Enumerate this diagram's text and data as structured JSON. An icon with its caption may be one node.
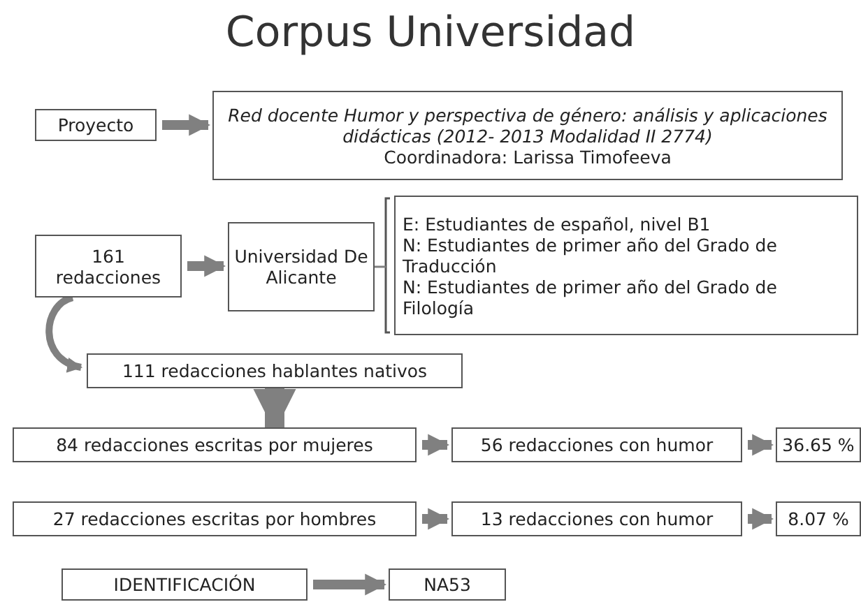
{
  "diagram": {
    "title": "Corpus Universidad",
    "nodes": [
      {
        "text": [
          "Proyecto"
        ]
      },
      {
        "text": [
          "Red docente Humor y perspectiva de género: análisis y aplicaciones didácticas (2012- 2013 Modalidad II 2774)",
          "Coordinadora: Larissa Timofeeva"
        ]
      },
      {
        "text": [
          "161 redacciones"
        ]
      },
      {
        "text": [
          "Universidad De Alicante"
        ]
      },
      {
        "text": [
          "E: Estudiantes de español, nivel B1",
          "N: Estudiantes de primer año del Grado de Traducción",
          "N: Estudiantes de primer año del Grado de Filología"
        ]
      },
      {
        "text": [
          "111 redacciones hablantes nativos"
        ]
      },
      {
        "text": [
          "84 redacciones escritas por mujeres"
        ]
      },
      {
        "text": [
          "56 redacciones con humor"
        ]
      },
      {
        "text": [
          "36.65 %"
        ]
      },
      {
        "text": [
          "27 redacciones escritas por hombres"
        ]
      },
      {
        "text": [
          "13 redacciones con humor"
        ]
      },
      {
        "text": [
          "8.07 %"
        ]
      },
      {
        "text": [
          "IDENTIFICACIÓN"
        ]
      },
      {
        "text": [
          "NA53"
        ]
      }
    ],
    "edges": [
      {
        "from": 0,
        "to": 1,
        "arrow": "to"
      },
      {
        "from": 2,
        "to": 3,
        "arrow": "to"
      },
      {
        "from": 3,
        "to": 4,
        "arrow": "none"
      },
      {
        "from": 2,
        "to": 5,
        "arrow": "to"
      },
      {
        "from": 5,
        "to": 6,
        "arrow": "to",
        "style": "thick"
      },
      {
        "from": 6,
        "to": 7,
        "arrow": "to"
      },
      {
        "from": 7,
        "to": 8,
        "arrow": "to"
      },
      {
        "from": 9,
        "to": 10,
        "arrow": "to"
      },
      {
        "from": 10,
        "to": 11,
        "arrow": "to"
      },
      {
        "from": 12,
        "to": 13,
        "arrow": "to"
      }
    ]
  }
}
